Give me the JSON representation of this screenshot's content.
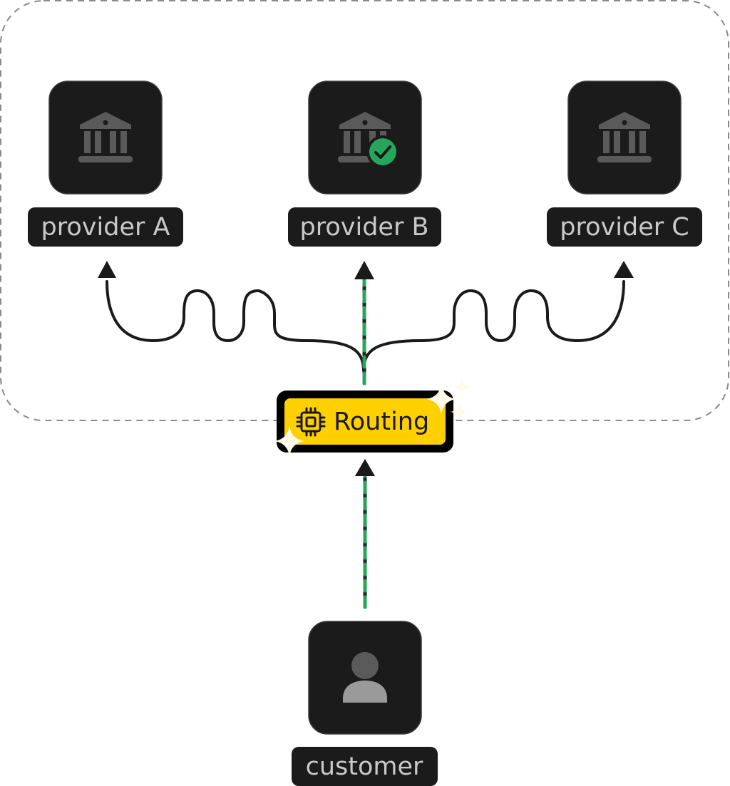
{
  "providers": [
    {
      "label": "provider A",
      "icon": "bank-icon",
      "selected": false
    },
    {
      "label": "provider B",
      "icon": "bank-icon",
      "selected": true
    },
    {
      "label": "provider C",
      "icon": "bank-icon",
      "selected": false
    }
  ],
  "router": {
    "label": "Routing",
    "icon": "chip-icon"
  },
  "customer": {
    "label": "customer",
    "icon": "person-icon"
  },
  "colors": {
    "node_bg": "#1a1b1a",
    "node_icon": "#5a5a5a",
    "label_text": "#c9c9c9",
    "router_fill": "#ffd000",
    "router_border": "#000000",
    "selected_path": "#26a65b",
    "check_badge": "#26a65b",
    "sparkle": "#fffbe8",
    "group_border": "#8a8a8a"
  }
}
